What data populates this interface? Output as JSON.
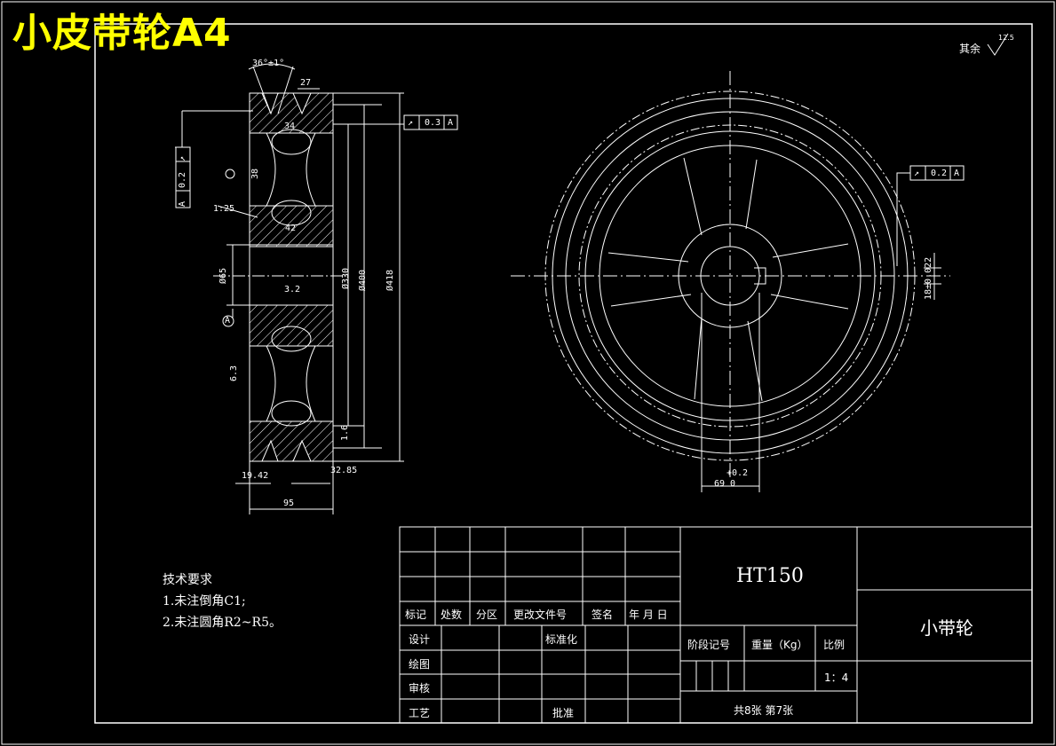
{
  "title": "小皮带轮A4",
  "roughness_note": {
    "label": "其余",
    "value": "12.5"
  },
  "tech_requirements": {
    "heading": "技术要求",
    "items": [
      "1.未注倒角C1;",
      "2.未注圆角R2~R5。"
    ]
  },
  "dimensions": {
    "groove_angle": "36°±1°",
    "d27": "27",
    "d34": "34",
    "d38": "38",
    "d42": "42",
    "bore": "Ø65",
    "d330": "Ø330",
    "d400": "Ø400",
    "d418": "Ø418",
    "d1942": "19.42",
    "d3285": "32.85",
    "d95": "95",
    "r32": "3.2",
    "r63": "6.3",
    "r16": "1.6",
    "slope": "1:25",
    "key_width": "18±0.022",
    "key_depth": "69",
    "key_tol_top": "+0.2",
    "key_tol_bot": "0"
  },
  "tolerance_frames": [
    {
      "symbol": "↗",
      "value": "0.3",
      "datum": "A"
    },
    {
      "symbol": "↗",
      "value": "0.2",
      "datum": "A"
    },
    {
      "symbol": "↗",
      "value": "0.2",
      "datum": "A"
    }
  ],
  "datum_label": "A",
  "title_block": {
    "material": "HT150",
    "part_name": "小带轮",
    "headers": [
      "标记",
      "处数",
      "分区",
      "更改文件号",
      "签名",
      "年 月 日"
    ],
    "rows": [
      "设计",
      "绘图",
      "审核",
      "工艺"
    ],
    "standardize": "标准化",
    "approve": "批准",
    "stage_mark": "阶段记号",
    "weight": "重量（Kg）",
    "scale_label": "比例",
    "scale": "1：4",
    "sheets": "共8张 第7张"
  }
}
